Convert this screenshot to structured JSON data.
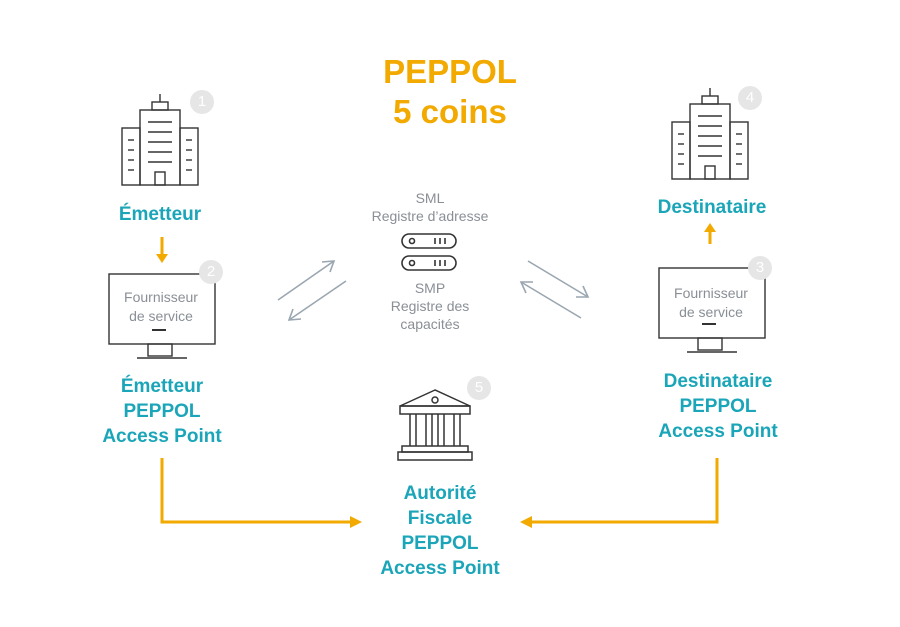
{
  "title": {
    "line1": "PEPPOL",
    "line2": "5 coins"
  },
  "sender": {
    "label": "Émetteur",
    "badge": "1"
  },
  "sender_ap": {
    "monitor_line1": "Fournisseur",
    "monitor_line2": "de service",
    "badge": "2",
    "label_line1": "Émetteur",
    "label_line2": "PEPPOL",
    "label_line3": "Access Point"
  },
  "receiver": {
    "label": "Destinataire",
    "badge": "4"
  },
  "receiver_ap": {
    "monitor_line1": "Fournisseur",
    "monitor_line2": "de service",
    "badge": "3",
    "label_line1": "Destinataire",
    "label_line2": "PEPPOL",
    "label_line3": "Access Point"
  },
  "registry": {
    "sml_line1": "SML",
    "sml_line2": "Registre d’adresse",
    "smp_line1": "SMP",
    "smp_line2": "Registre des",
    "smp_line3": "capacités"
  },
  "tax_authority": {
    "badge": "5",
    "label_line1": "Autorité",
    "label_line2": "Fiscale",
    "label_line3": "PEPPOL",
    "label_line4": "Access Point"
  },
  "colors": {
    "accent": "#f2a900",
    "teal": "#1aa5b8",
    "grey": "#8a8f96",
    "icon": "#333333",
    "badge": "#e6e6e6"
  },
  "icons": [
    "building-icon",
    "monitor-icon",
    "server-icon",
    "bank-icon",
    "double-arrow-icon"
  ]
}
